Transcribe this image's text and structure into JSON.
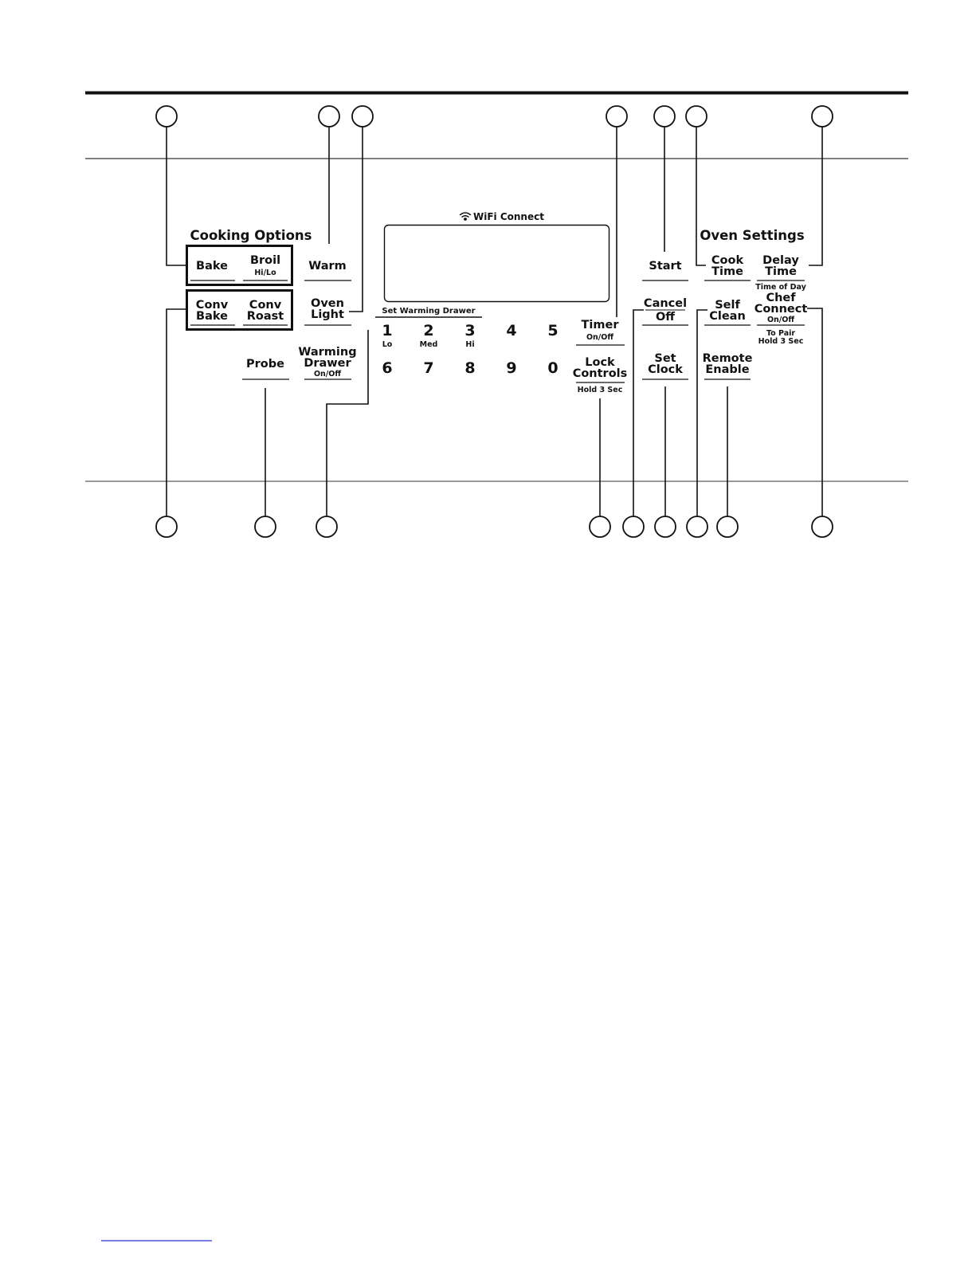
{
  "panel": {
    "cooking_options_header": "Cooking Options",
    "oven_settings_header": "Oven Settings",
    "wifi_label": "WiFi Connect",
    "set_warming_drawer": "Set Warming Drawer"
  },
  "buttons": {
    "bake": "Bake",
    "broil": [
      "Broil"
    ],
    "broil_sub": "Hi/Lo",
    "warm": "Warm",
    "conv_bake": [
      "Conv",
      "Bake"
    ],
    "conv_roast": [
      "Conv",
      "Roast"
    ],
    "oven_light": [
      "Oven",
      "Light"
    ],
    "probe": "Probe",
    "warming_drawer": [
      "Warming",
      "Drawer"
    ],
    "warming_drawer_sub": "On/Off",
    "timer": "Timer",
    "timer_sub": "On/Off",
    "lock_controls": [
      "Lock",
      "Controls"
    ],
    "lock_controls_sub": "Hold 3 Sec",
    "start": "Start",
    "cancel": "Cancel",
    "off": "Off",
    "set_clock": [
      "Set",
      "Clock"
    ],
    "cook_time": [
      "Cook",
      "Time"
    ],
    "self_clean": [
      "Self",
      "Clean"
    ],
    "remote_enable": [
      "Remote",
      "Enable"
    ],
    "delay_time": [
      "Delay",
      "Time"
    ],
    "time_of_day": "Time of Day",
    "chef_connect": [
      "Chef",
      "Connect"
    ],
    "chef_connect_sub": "On/Off",
    "to_pair": [
      "To Pair",
      "Hold 3 Sec"
    ]
  },
  "keypad": {
    "row1": [
      "1",
      "2",
      "3",
      "4",
      "5"
    ],
    "row1_sub": [
      "Lo",
      "Med",
      "Hi",
      "",
      ""
    ],
    "row2": [
      "6",
      "7",
      "8",
      "9",
      "0"
    ]
  }
}
